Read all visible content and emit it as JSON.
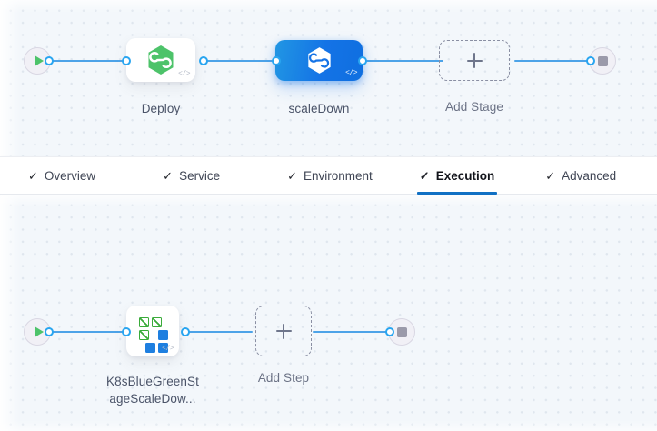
{
  "colors": {
    "accent_link": "#4DA3E8",
    "selected_stage": "#1473e6",
    "active_tab_underline": "#1070c4",
    "canvas_bg": "#f3f7fb",
    "grid_dot": "#dfe6ee",
    "play_green": "#4DC36A",
    "stop_gray": "#9b9aaa",
    "harness_green": "#4DC36A",
    "k8s_green": "#3aab3a",
    "k8s_blue": "#1e7fe0"
  },
  "stage_canvas": {
    "name": "pipeline-stage-canvas",
    "start_node": {
      "icon": "play-icon",
      "label": ""
    },
    "end_node": {
      "icon": "stop-icon",
      "label": ""
    },
    "stages": [
      {
        "label": "Deploy",
        "icon": "harness-cd-hexagon-icon",
        "selected": false,
        "code_badge": "</>"
      },
      {
        "label": "scaleDown",
        "icon": "harness-cd-hexagon-icon",
        "selected": true,
        "code_badge": "</>"
      }
    ],
    "add_stage": {
      "label": "Add Stage",
      "icon": "plus-icon"
    }
  },
  "tabs": {
    "name": "stage-config-tabs",
    "check_glyph": "✓",
    "items": [
      {
        "label": "Overview",
        "checked": true,
        "active": false
      },
      {
        "label": "Service",
        "checked": true,
        "active": false
      },
      {
        "label": "Environment",
        "checked": true,
        "active": false
      },
      {
        "label": "Execution",
        "checked": true,
        "active": true
      },
      {
        "label": "Advanced",
        "checked": true,
        "active": false
      }
    ]
  },
  "step_canvas": {
    "name": "execution-step-canvas",
    "start_node": {
      "icon": "play-icon"
    },
    "end_node": {
      "icon": "stop-icon"
    },
    "steps": [
      {
        "label_line1": "K8sBlueGreenSt",
        "label_line2": "ageScaleDow...",
        "full_label": "K8sBlueGreenStageScaleDow...",
        "icon": "kubernetes-squares-icon",
        "code_badge": "</>"
      }
    ],
    "add_step": {
      "label": "Add Step",
      "icon": "plus-icon"
    }
  }
}
